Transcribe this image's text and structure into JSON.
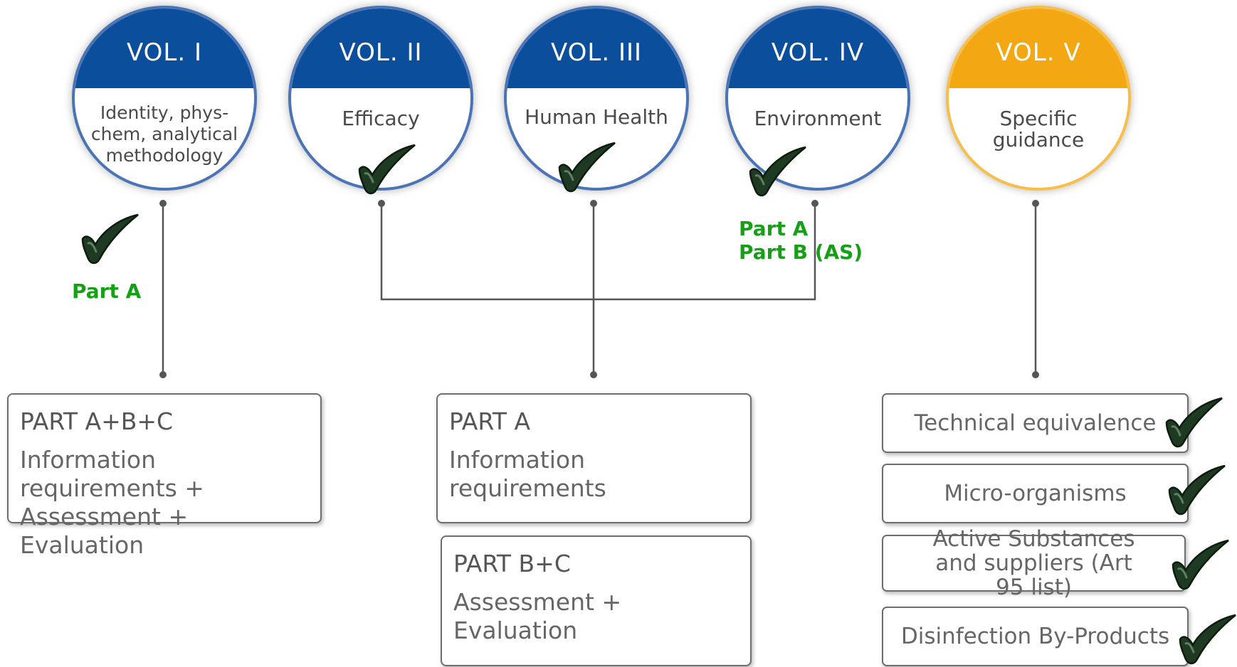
{
  "volumes": [
    {
      "title": "VOL. I",
      "subtitle": "Identity, phys-chem, analytical methodology"
    },
    {
      "title": "VOL. II",
      "subtitle": "Efficacy"
    },
    {
      "title": "VOL. III",
      "subtitle": "Human Health"
    },
    {
      "title": "VOL. IV",
      "subtitle": "Environment"
    },
    {
      "title": "VOL. V",
      "subtitle": "Specific guidance"
    }
  ],
  "annotations": {
    "vol1_part": "Part A",
    "vol4_part_a": "Part A",
    "vol4_part_b": "Part B (AS)"
  },
  "boxes": [
    {
      "head": "PART A+B+C",
      "desc": "Information requirements + Assessment + Evaluation"
    },
    {
      "head": "PART A",
      "desc": "Information requirements"
    },
    {
      "head": "PART B+C",
      "desc": "Assessment + Evaluation"
    }
  ],
  "guidance": [
    {
      "label": "Technical equivalence"
    },
    {
      "label": "Micro-organisms"
    },
    {
      "label": "Active Substances and suppliers (Art 95 list)"
    },
    {
      "label": "Disinfection By-Products"
    }
  ],
  "icons": {
    "check": "checkmark-icon"
  },
  "colors": {
    "blue": "#0a4e9c",
    "orange": "#f3a712",
    "check": "#1f3a22",
    "label_green": "#16a016",
    "connector": "#555555"
  }
}
